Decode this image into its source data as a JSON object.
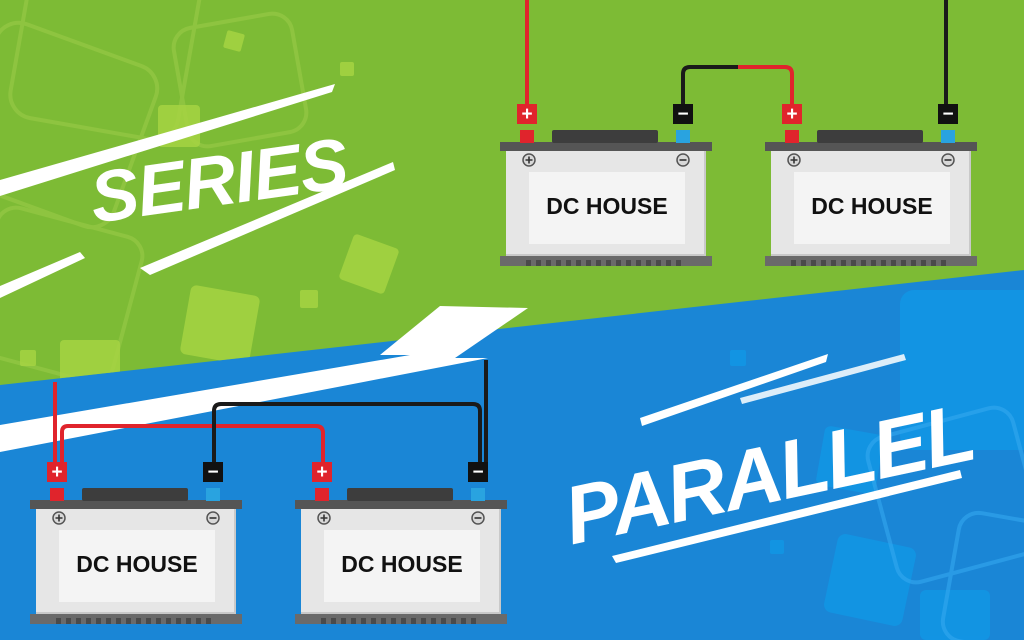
{
  "series": {
    "title": "SERIES",
    "batteries": [
      {
        "label": "DC HOUSE",
        "plus_symbol": "+",
        "minus_symbol": "−"
      },
      {
        "label": "DC HOUSE",
        "plus_symbol": "+",
        "minus_symbol": "−"
      }
    ]
  },
  "parallel": {
    "title": "PARALLEL",
    "batteries": [
      {
        "label": "DC HOUSE",
        "plus_symbol": "+",
        "minus_symbol": "−"
      },
      {
        "label": "DC HOUSE",
        "plus_symbol": "+",
        "minus_symbol": "−"
      }
    ]
  },
  "colors": {
    "series_bg": "#7dbb35",
    "parallel_bg": "#1a86d6",
    "positive": "#e0242c",
    "negative": "#1a1a1a",
    "terminal_positive": "#e0242c",
    "terminal_negative": "#29a3e0",
    "battery_body": "#e6e6e6",
    "battery_lid": "#555555"
  }
}
